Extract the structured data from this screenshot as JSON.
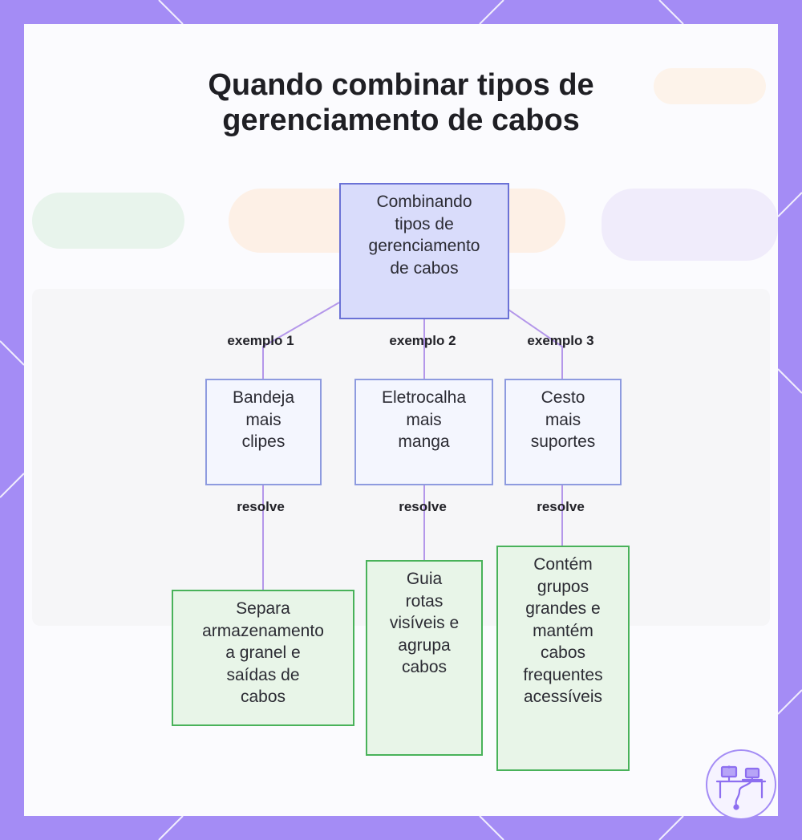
{
  "title": {
    "line1": "Quando combinar tipos de",
    "line2": "gerenciamento de cabos"
  },
  "root": {
    "lines": [
      "Combinando",
      "tipos de",
      "gerenciamento",
      "de cabos"
    ]
  },
  "branches": [
    {
      "edge_label": "exemplo 1",
      "method_lines": [
        "Bandeja",
        "mais",
        "clipes"
      ],
      "result_label": "resolve",
      "result_lines": [
        "Separa",
        "armazenamento",
        "a granel e",
        "saídas de",
        "cabos"
      ]
    },
    {
      "edge_label": "exemplo 2",
      "method_lines": [
        "Eletrocalha",
        "mais",
        "manga"
      ],
      "result_label": "resolve",
      "result_lines": [
        "Guia",
        "rotas",
        "visíveis e",
        "agrupa",
        "cabos"
      ]
    },
    {
      "edge_label": "exemplo 3",
      "method_lines": [
        "Cesto",
        "mais",
        "suportes"
      ],
      "result_label": "resolve",
      "result_lines": [
        "Contém",
        "grupos",
        "grandes e",
        "mantém",
        "cabos",
        "frequentes",
        "acessíveis"
      ]
    }
  ],
  "colors": {
    "frame": "#a48cf5",
    "root_fill": "#d9dcfb",
    "root_border": "#6b72d6",
    "method_fill": "#f4f6fe",
    "method_border": "#8e9bdf",
    "result_fill": "#e8f5e8",
    "result_border": "#49b25a",
    "connector": "#b497ea"
  },
  "icons": {
    "logo": "desk-cable-logo-icon"
  }
}
